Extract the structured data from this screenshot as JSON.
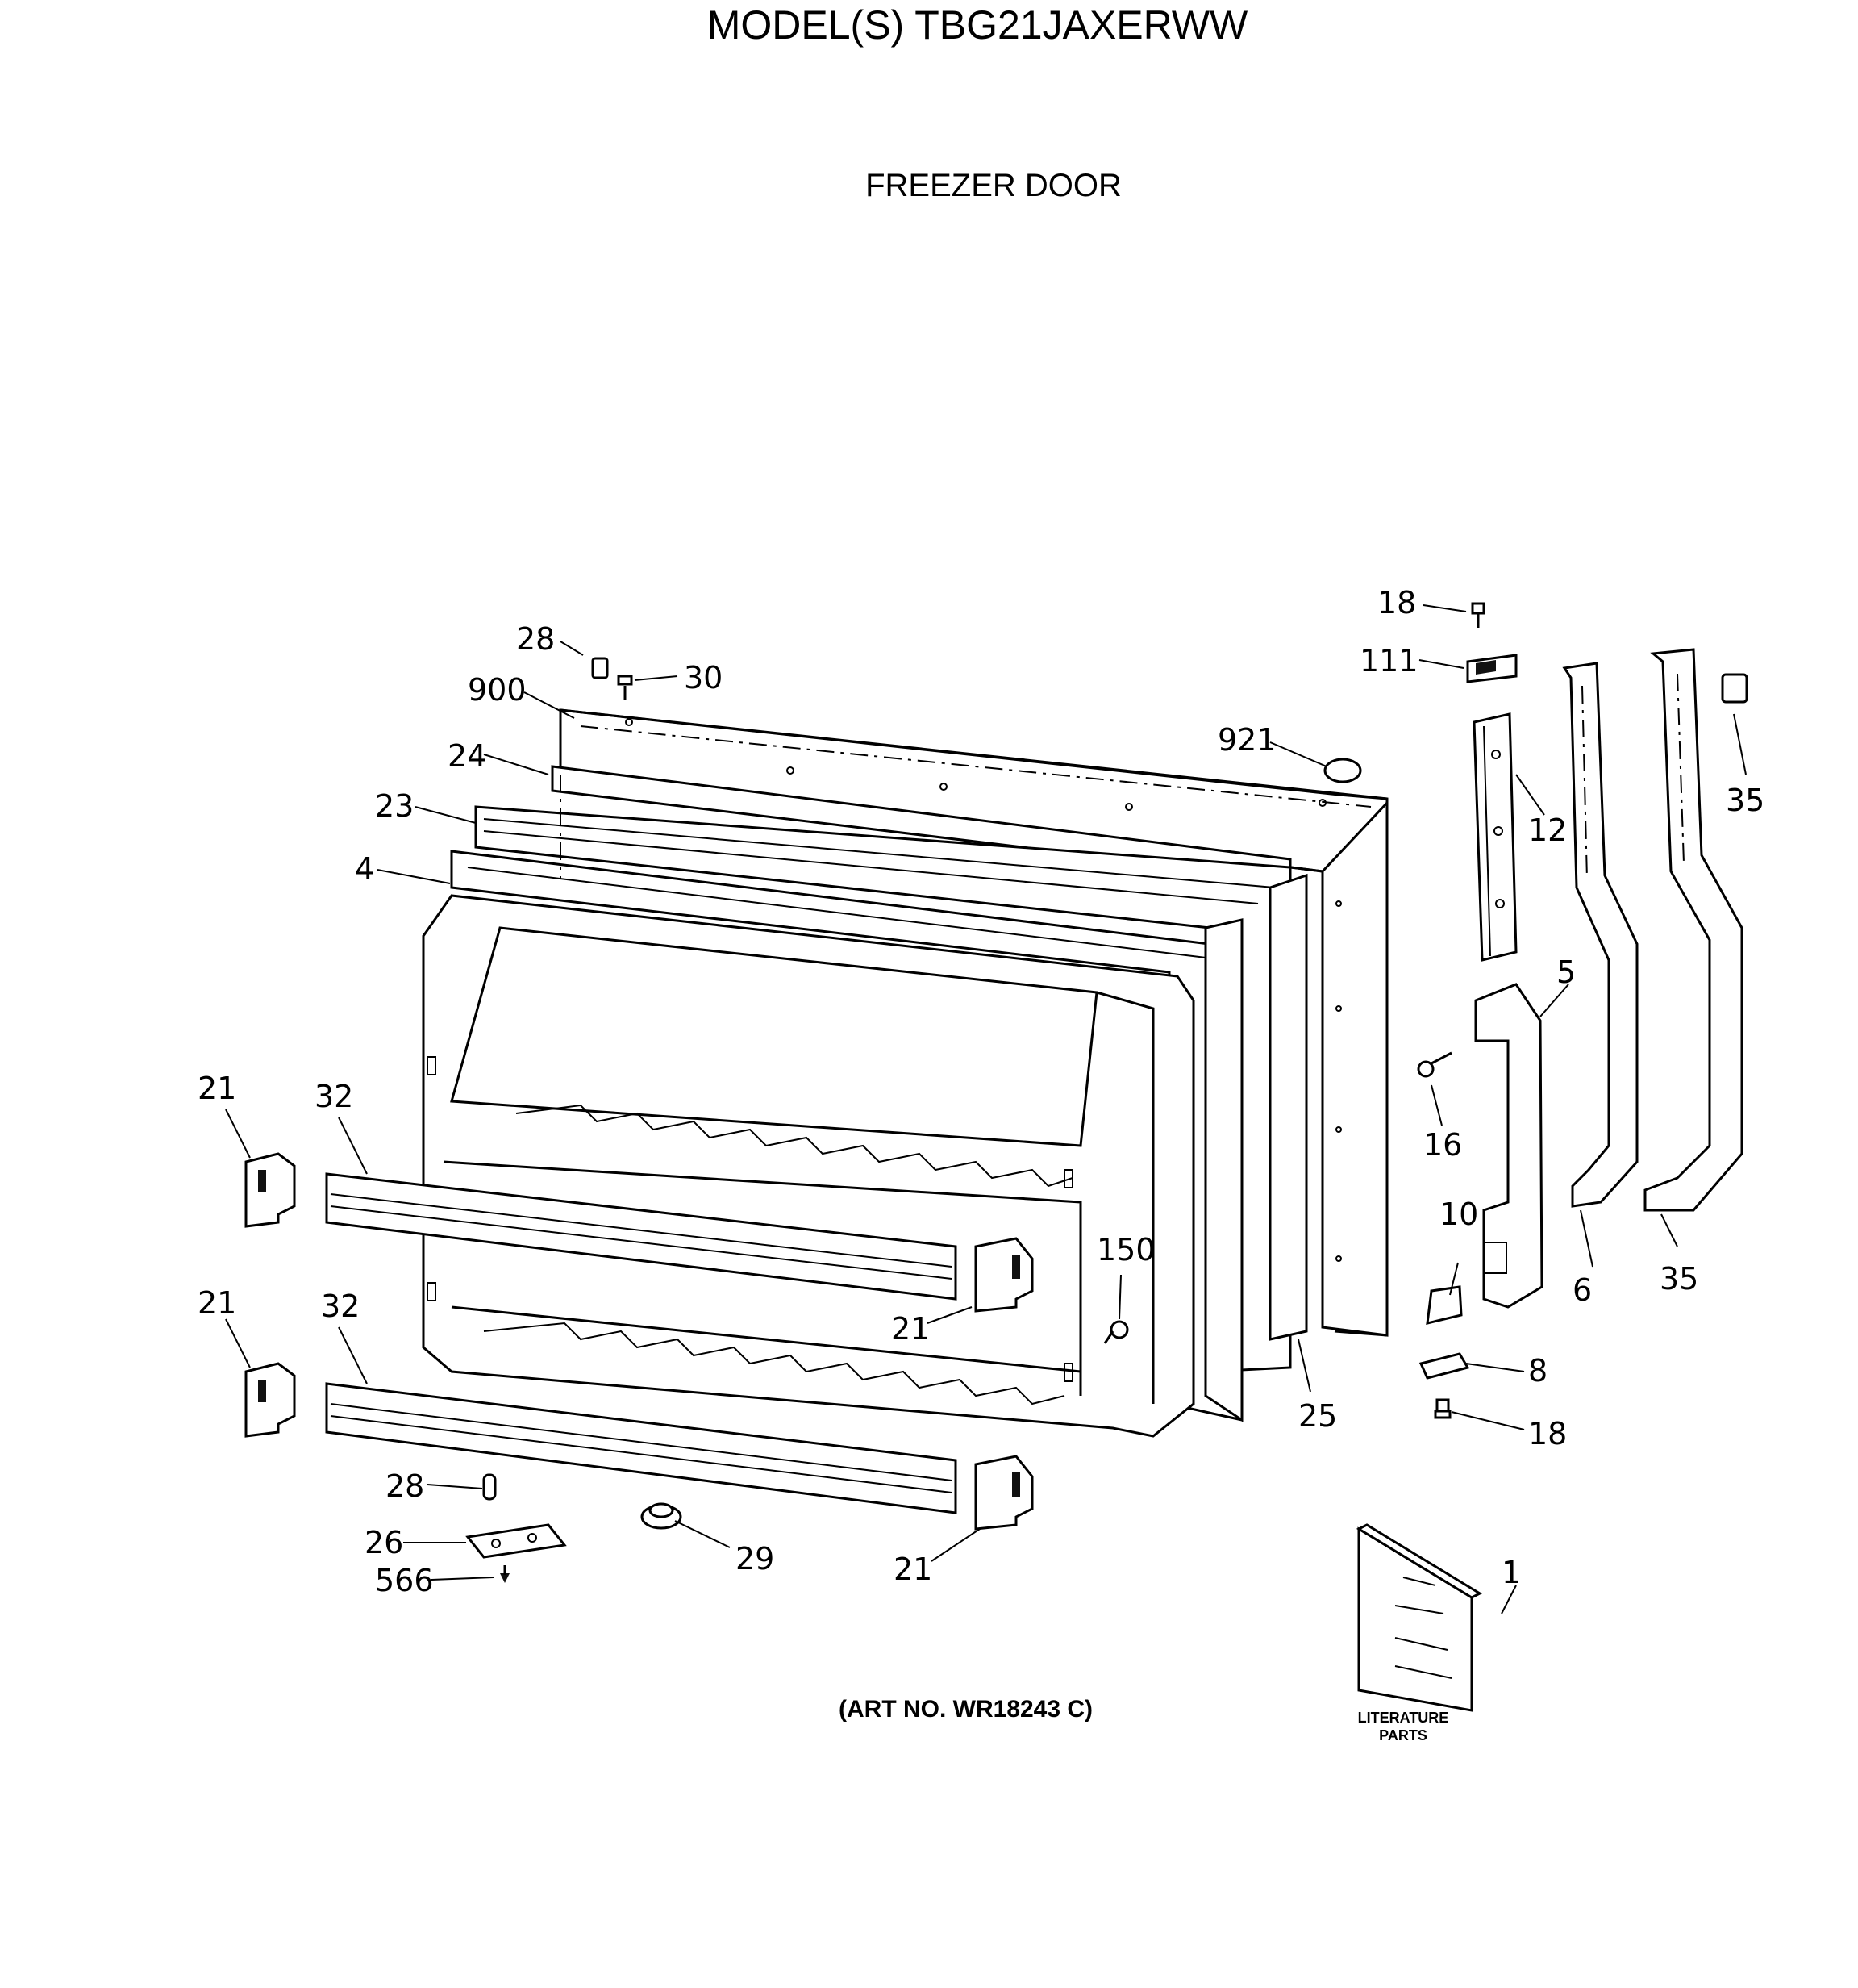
{
  "header": {
    "model": "MODEL(S) TBG21JAXERWW",
    "section": "FREEZER DOOR"
  },
  "footer": {
    "art_number": "(ART NO. WR18243 C)",
    "literature_line1": "LITERATURE",
    "literature_line2": "PARTS"
  },
  "callouts": {
    "c28_top": "28",
    "c30": "30",
    "c900": "900",
    "c24": "24",
    "c23": "23",
    "c4": "4",
    "c921": "921",
    "c18_top": "18",
    "c111": "111",
    "c12": "12",
    "c35_top": "35",
    "c5": "5",
    "c16": "16",
    "c10": "10",
    "c6": "6",
    "c35_bottom": "35",
    "c8": "8",
    "c18_bottom": "18",
    "c25": "25",
    "c150": "150",
    "c21_a": "21",
    "c32_a": "32",
    "c21_b": "21",
    "c21_c": "21",
    "c32_b": "32",
    "c28_bottom": "28",
    "c26": "26",
    "c566": "566",
    "c29": "29",
    "c21_d": "21",
    "c1": "1"
  }
}
